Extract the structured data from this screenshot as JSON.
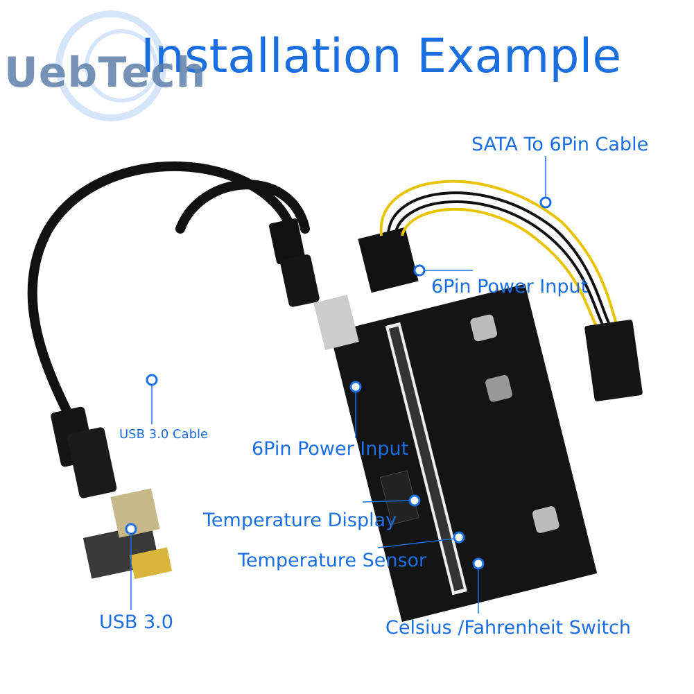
{
  "watermark": "UebTech",
  "title": "Installation Example",
  "accent_color": "#1a6ee0",
  "labels": {
    "sata_cable": "SATA To 6Pin Cable",
    "power_input_top": "6Pin Power Input",
    "usb_cable": "USB 3.0 Cable",
    "power_input_mid": "6Pin Power Input",
    "temp_display": "Temperature Display",
    "temp_sensor": "Temperature Sensor",
    "usb30": "USB 3.0",
    "switch": "Celsius /Fahrenheit Switch"
  }
}
